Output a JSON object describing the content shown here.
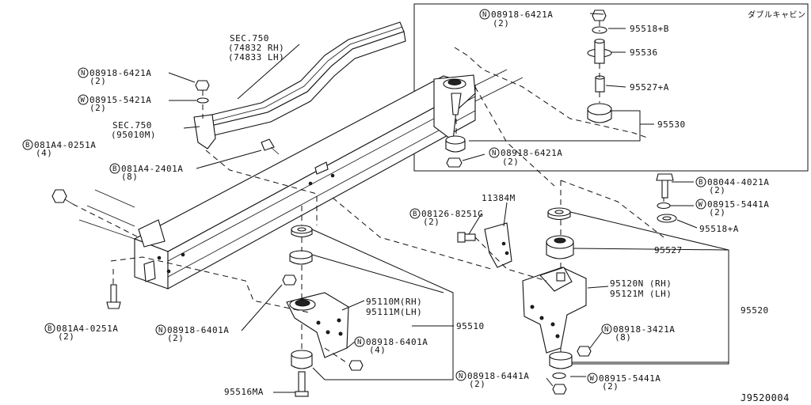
{
  "inset": {
    "title": "ダブルキャビン"
  },
  "diagram_id": "J9520004",
  "labels": {
    "sec750_a": "SEC.750",
    "sec750_a_rh": "(74832 RH)",
    "sec750_a_lh": "(74833 LH)",
    "sec750_b": "SEC.750",
    "sec750_b_code": "(95010M)",
    "n_08918_6421A_left": {
      "prefix": "N",
      "part": "08918-6421A",
      "qty": "(2)"
    },
    "w_08915_5421A": {
      "prefix": "W",
      "part": "08915-5421A",
      "qty": "(2)"
    },
    "b_081A4_0251A_top": {
      "prefix": "B",
      "part": "081A4-0251A",
      "qty": "(4)"
    },
    "b_081A4_2401A": {
      "prefix": "B",
      "part": "081A4-2401A",
      "qty": "(8)"
    },
    "b_081A4_0251A_bottom": {
      "prefix": "B",
      "part": "081A4-0251A",
      "qty": "(2)"
    },
    "n_08918_6401A_left": {
      "prefix": "N",
      "part": "08918-6401A",
      "qty": "(2)"
    },
    "n_08918_6401A_right": {
      "prefix": "N",
      "part": "08918-6401A",
      "qty": "(4)"
    },
    "p_95110M": "95110M(RH)",
    "p_95111M": "95111M(LH)",
    "p_95510": "95510",
    "p_95516MA": "95516MA",
    "p_11384M": "11384M",
    "b_08126_8251G": {
      "prefix": "B",
      "part": "08126-8251G",
      "qty": "(2)"
    },
    "n_08918_6421A_inset_top": {
      "prefix": "N",
      "part": "08918-6421A",
      "qty": "(2)"
    },
    "p_95518B": "95518+B",
    "p_95536": "95536",
    "p_95527A": "95527+A",
    "p_95530": "95530",
    "n_08918_6421A_inset_bottom": {
      "prefix": "N",
      "part": "08918-6421A",
      "qty": "(2)"
    },
    "b_08044_4021A": {
      "prefix": "B",
      "part": "08044-4021A",
      "qty": "(2)"
    },
    "w_08915_5441A_top": {
      "prefix": "W",
      "part": "08915-5441A",
      "qty": "(2)"
    },
    "p_95518A": "95518+A",
    "p_95527": "95527",
    "p_95120N": "95120N (RH)",
    "p_95121M": "95121M (LH)",
    "p_95520": "95520",
    "n_08918_3421A": {
      "prefix": "N",
      "part": "08918-3421A",
      "qty": "(8)"
    },
    "n_08918_6441A": {
      "prefix": "N",
      "part": "08918-6441A",
      "qty": "(2)"
    },
    "w_08915_5441A_bottom": {
      "prefix": "W",
      "part": "08915-5441A",
      "qty": "(2)"
    }
  }
}
